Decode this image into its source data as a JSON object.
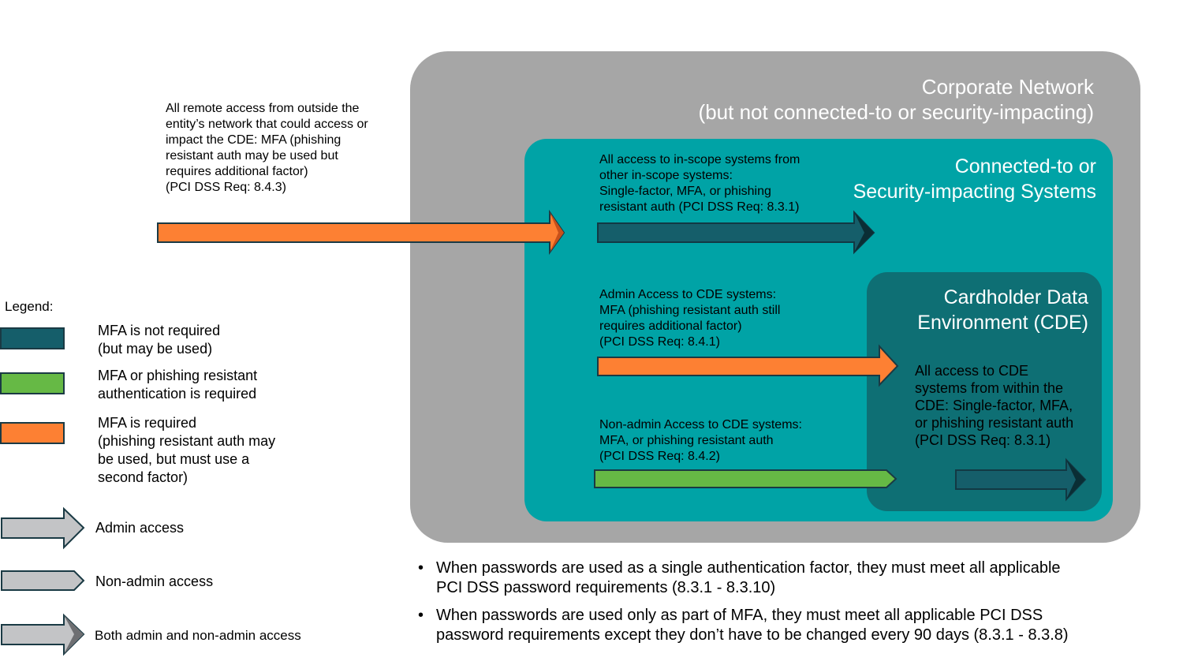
{
  "zones": {
    "corporate": {
      "title_line1": "Corporate Network",
      "title_line2": "(but not connected-to or security-impacting)"
    },
    "connected": {
      "title_line1": "Connected-to or",
      "title_line2": "Security-impacting Systems"
    },
    "cde": {
      "title_line1": "Cardholder Data",
      "title_line2": "Environment (CDE)"
    }
  },
  "flows": {
    "remote": {
      "lines": [
        "All remote access from outside the",
        "entity’s network that could access or",
        "impact the CDE: MFA (phishing",
        "resistant auth may be used but",
        "requires additional factor)",
        "(PCI DSS Req: 8.4.3)"
      ],
      "requirement": "mfa-required",
      "access": "both"
    },
    "in_scope": {
      "lines": [
        "All access to in-scope systems from",
        "other in-scope systems:",
        "Single-factor, MFA, or phishing",
        "resistant auth (PCI DSS Req: 8.3.1)"
      ],
      "requirement": "mfa-not-required",
      "access": "both"
    },
    "admin_cde": {
      "lines": [
        "Admin Access to CDE systems:",
        "MFA (phishing resistant auth still",
        "requires additional factor)",
        "(PCI DSS Req: 8.4.1)"
      ],
      "requirement": "mfa-required",
      "access": "admin"
    },
    "nonadmin_cde": {
      "lines": [
        "Non-admin Access to CDE systems:",
        "MFA, or phishing resistant auth",
        "(PCI DSS Req: 8.4.2)"
      ],
      "requirement": "mfa-or-phishing-resistant",
      "access": "non-admin"
    },
    "within_cde": {
      "lines": [
        "All access to CDE",
        "systems from within the",
        "CDE: Single-factor, MFA,",
        "or phishing resistant auth",
        "(PCI DSS Req: 8.3.1)"
      ],
      "requirement": "mfa-not-required",
      "access": "both"
    }
  },
  "legend": {
    "title": "Legend:",
    "colors": [
      {
        "lines": [
          "MFA is not required",
          "(but may be used)"
        ],
        "color": "#155e6a"
      },
      {
        "lines": [
          "MFA or phishing resistant",
          "authentication is required"
        ],
        "color": "#66b945"
      },
      {
        "lines": [
          "MFA is required",
          "(phishing resistant auth may",
          "be used, but must use a",
          "second factor)"
        ],
        "color": "#fd8033"
      }
    ],
    "arrow_types": [
      {
        "label": "Admin access",
        "icon": "wide-head-arrow"
      },
      {
        "label": "Non-admin access",
        "icon": "narrow-head-arrow"
      },
      {
        "label": "Both admin and non-admin access",
        "icon": "dark-tip-arrow"
      }
    ]
  },
  "notes": [
    {
      "lines": [
        "When passwords are used as a single authentication factor, they must meet all applicable",
        "PCI DSS password requirements (8.3.1 - 8.3.10)"
      ]
    },
    {
      "lines": [
        "When passwords are used only as part of MFA, they must meet all applicable PCI DSS",
        "password requirements except they don’t have to be changed every 90 days (8.3.1 - 8.3.8)"
      ]
    }
  ],
  "bullet_glyph": "•",
  "colors": {
    "corporate_bg": "#a6a6a6",
    "connected_bg": "#00a3a6",
    "cde_bg": "#0e6f74",
    "orange": "#fd8033",
    "green": "#66b945",
    "teal_dark": "#155e6a",
    "grey_arrow": "#c3c4c6"
  }
}
